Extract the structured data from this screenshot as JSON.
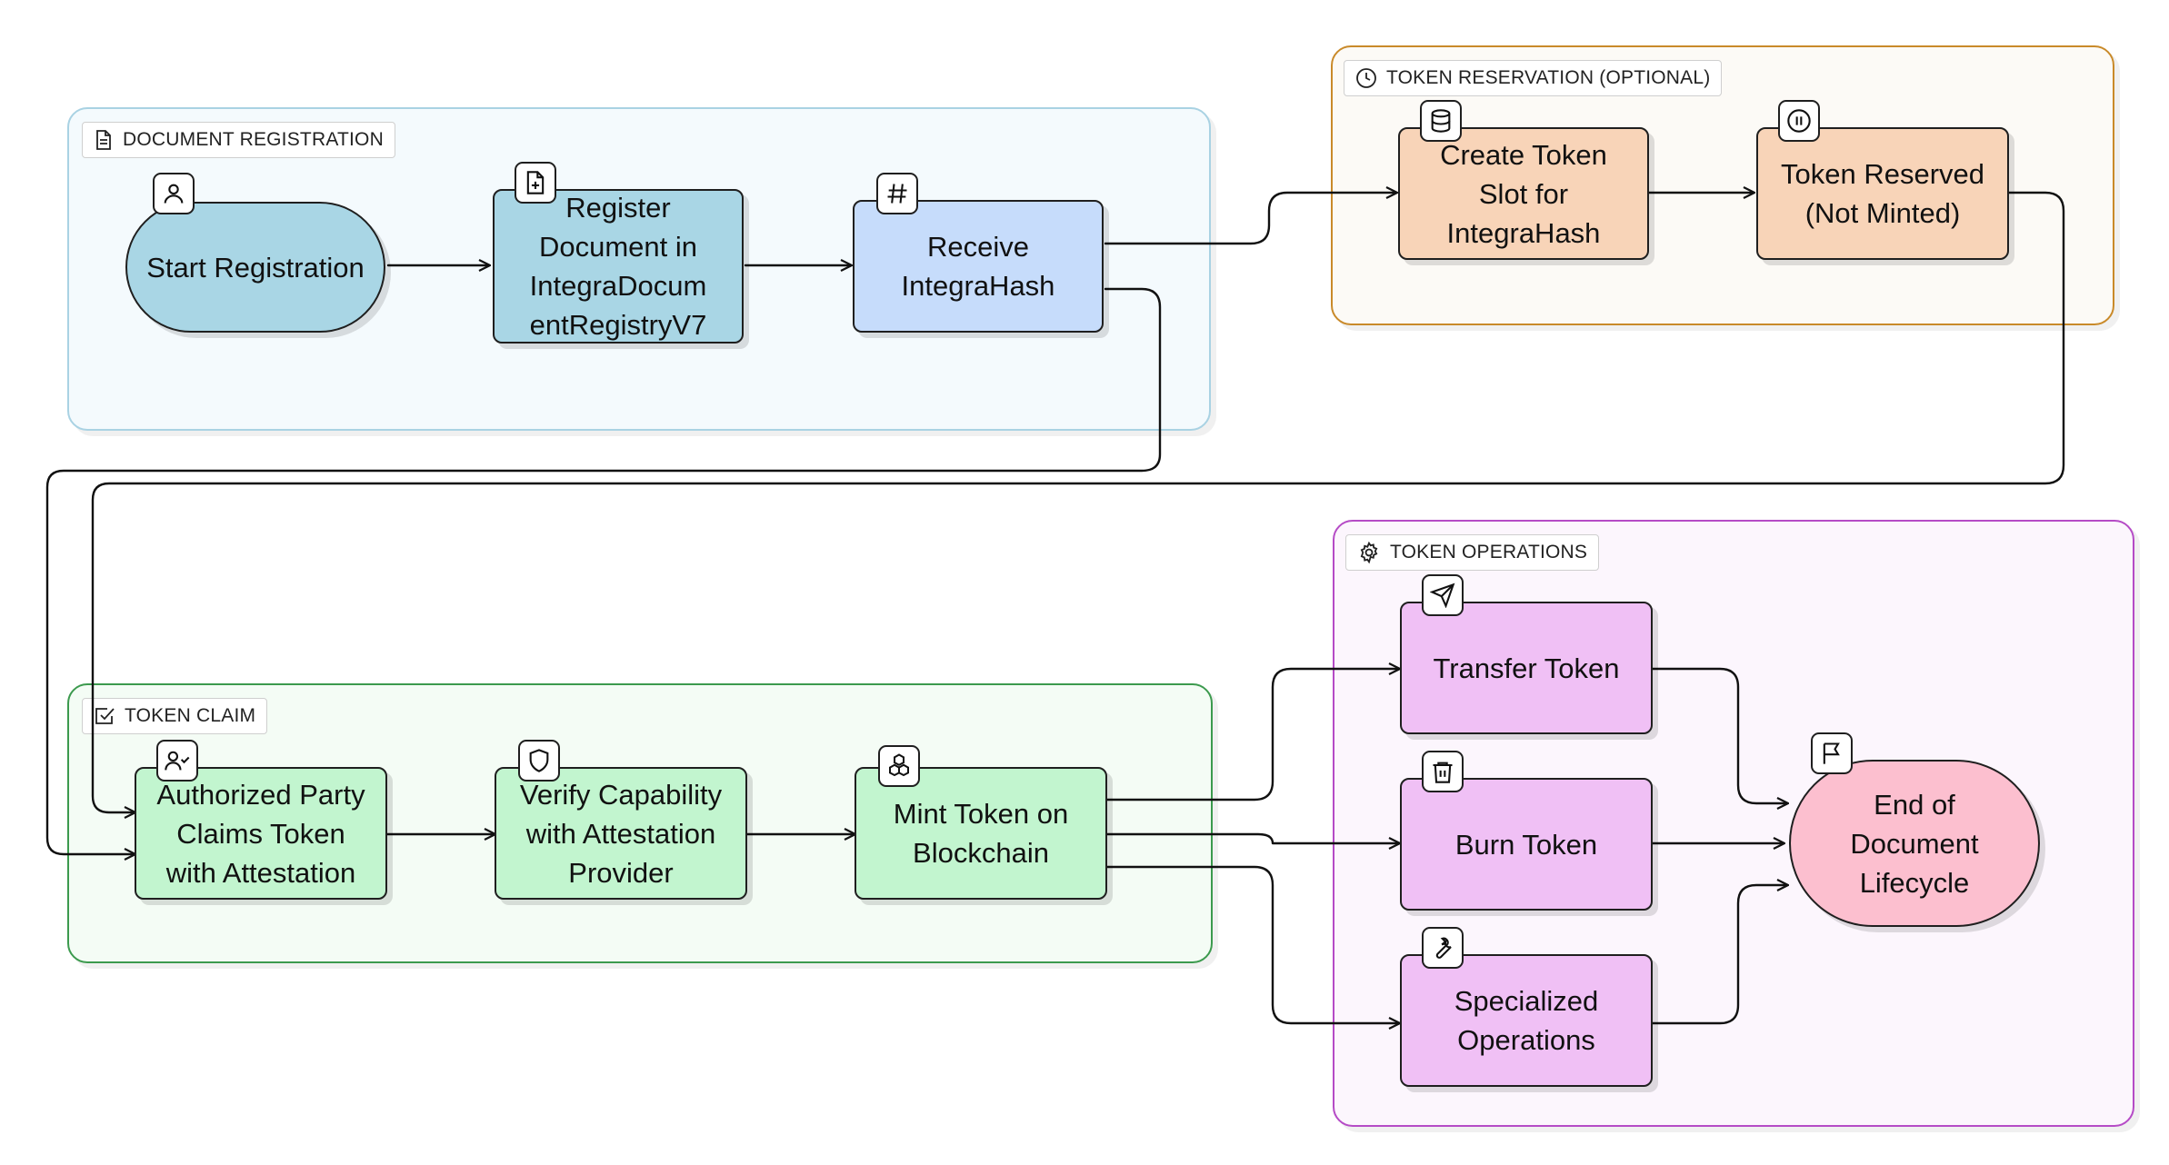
{
  "colors": {
    "registration_border": "#a9d2e3",
    "registration_fill": "#f4fafd",
    "reservation_border": "#c98a2a",
    "reservation_fill": "#fcfaf6",
    "claim_border": "#3c9a4e",
    "claim_fill": "#f4fcf5",
    "operations_border": "#b54bc6",
    "operations_fill": "#fcf6fd",
    "node_blue": "#a9d6e5",
    "node_lightblue": "#c6dcfb",
    "node_orange": "#f8d4b8",
    "node_green": "#c2f5cf",
    "node_purple": "#f0c0f5",
    "node_pink": "#fcbfcf",
    "edge": "#111111"
  },
  "groups": {
    "registration": {
      "label": "DOCUMENT REGISTRATION",
      "icon": "document-icon"
    },
    "reservation": {
      "label": "TOKEN RESERVATION (OPTIONAL)",
      "icon": "clock-icon"
    },
    "claim": {
      "label": "TOKEN CLAIM",
      "icon": "checkbox-icon"
    },
    "operations": {
      "label": "TOKEN OPERATIONS",
      "icon": "gear-icon"
    }
  },
  "nodes": {
    "start_registration": {
      "label": "Start Registration",
      "icon": "user-icon"
    },
    "register_document": {
      "label": "Register\nDocument in\nIntegraDocum\nentRegistryV7",
      "icon": "file-plus-icon"
    },
    "receive_hash": {
      "label": "Receive\nIntegraHash",
      "icon": "hash-icon"
    },
    "create_slot": {
      "label": "Create Token\nSlot for\nIntegraHash",
      "icon": "database-icon"
    },
    "token_reserved": {
      "label": "Token Reserved\n(Not Minted)",
      "icon": "pause-icon"
    },
    "claims_token": {
      "label": "Authorized Party\nClaims Token\nwith Attestation",
      "icon": "user-check-icon"
    },
    "verify_capability": {
      "label": "Verify Capability\nwith Attestation\nProvider",
      "icon": "shield-icon"
    },
    "mint_token": {
      "label": "Mint Token on\nBlockchain",
      "icon": "blocks-icon"
    },
    "transfer_token": {
      "label": "Transfer Token",
      "icon": "send-icon"
    },
    "burn_token": {
      "label": "Burn Token",
      "icon": "trash-icon"
    },
    "specialized_ops": {
      "label": "Specialized\nOperations",
      "icon": "wrench-icon"
    },
    "end_lifecycle": {
      "label": "End of\nDocument\nLifecycle",
      "icon": "flag-icon"
    }
  }
}
